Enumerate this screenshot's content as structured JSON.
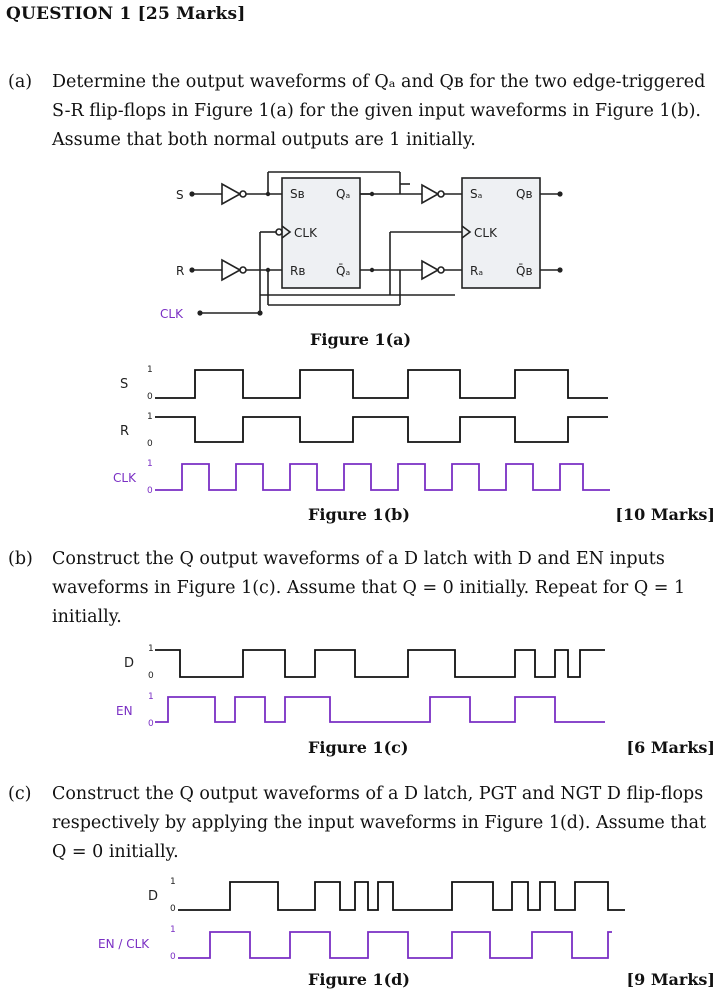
{
  "heading": "QUESTION 1   [25 Marks]",
  "part_a": {
    "label": "(a)",
    "lines": [
      "Determine the output waveforms of Qₐ and Qʙ for the two edge-triggered",
      "S-R flip-flops in Figure 1(a) for the given input waveforms in Figure 1(b).",
      "Assume that both normal outputs are 1 initially."
    ],
    "figure_a_caption": "Figure 1(a)",
    "figure_b_caption": "Figure 1(b)",
    "marks": "[10 Marks]",
    "circuit": {
      "inputs": [
        "S",
        "R",
        "CLK"
      ],
      "ff_left": {
        "s": "Sʙ",
        "r": "Rʙ",
        "q": "Qₐ",
        "qbar": "Q̄ₐ",
        "clk": "CLK"
      },
      "ff_right": {
        "s": "Sₐ",
        "r": "Rₐ",
        "q": "Qʙ",
        "qbar": "Q̄ʙ",
        "clk": "CLK"
      }
    },
    "signals": [
      {
        "name": "S",
        "hi": "1",
        "lo": "0"
      },
      {
        "name": "R",
        "hi": "1",
        "lo": "0"
      },
      {
        "name": "CLK",
        "hi": "1",
        "lo": "0"
      }
    ]
  },
  "part_b": {
    "label": "(b)",
    "lines": [
      "Construct the Q output waveforms of a D latch with D and EN inputs",
      "waveforms in Figure 1(c). Assume that Q = 0 initially. Repeat for Q = 1",
      "initially."
    ],
    "figure_caption": "Figure 1(c)",
    "marks": "[6 Marks]",
    "signals": [
      {
        "name": "D",
        "hi": "1",
        "lo": "0"
      },
      {
        "name": "EN",
        "hi": "1",
        "lo": "0"
      }
    ]
  },
  "part_c": {
    "label": "(c)",
    "lines": [
      "Construct the Q output waveforms of a D latch, PGT and NGT D flip-flops",
      "respectively by applying the input waveforms in Figure 1(d). Assume that",
      "Q = 0 initially."
    ],
    "figure_caption": "Figure 1(d)",
    "marks": "[9 Marks]",
    "signals": [
      {
        "name": "D",
        "hi": "1",
        "lo": "0"
      },
      {
        "name": "EN / CLK",
        "hi": "1",
        "lo": "0"
      }
    ]
  },
  "colors": {
    "ink": "#111111",
    "clock": "#7a2fc4"
  }
}
